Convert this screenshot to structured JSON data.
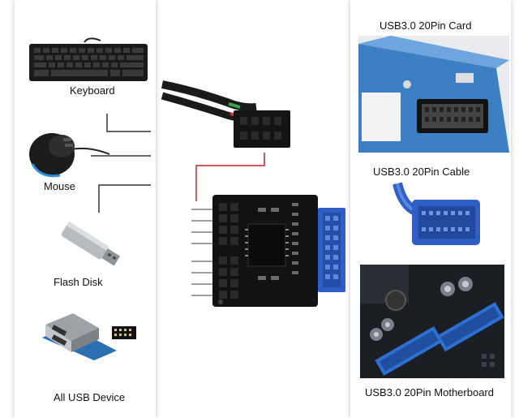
{
  "left_items": [
    {
      "label": "Keyboard",
      "icon": "keyboard-icon"
    },
    {
      "label": "Mouse",
      "icon": "mouse-icon"
    },
    {
      "label": "Flash Disk",
      "icon": "flash-disk-icon"
    },
    {
      "label": "All USB Device",
      "icon": "usb-hub-icon"
    }
  ],
  "right_items": [
    {
      "label": "USB3.0 20Pin Card",
      "icon": "pcie-card-icon"
    },
    {
      "label": "USB3.0 20Pin Cable",
      "icon": "usb-20pin-cable-icon"
    },
    {
      "label": "USB3.0 20Pin Motherboard",
      "icon": "motherboard-icon"
    }
  ],
  "colors": {
    "connector_line_gray": "#333333",
    "connector_line_red": "#c62828",
    "usb3_blue": "#2f5fc4",
    "pcb_dark": "#111111"
  }
}
